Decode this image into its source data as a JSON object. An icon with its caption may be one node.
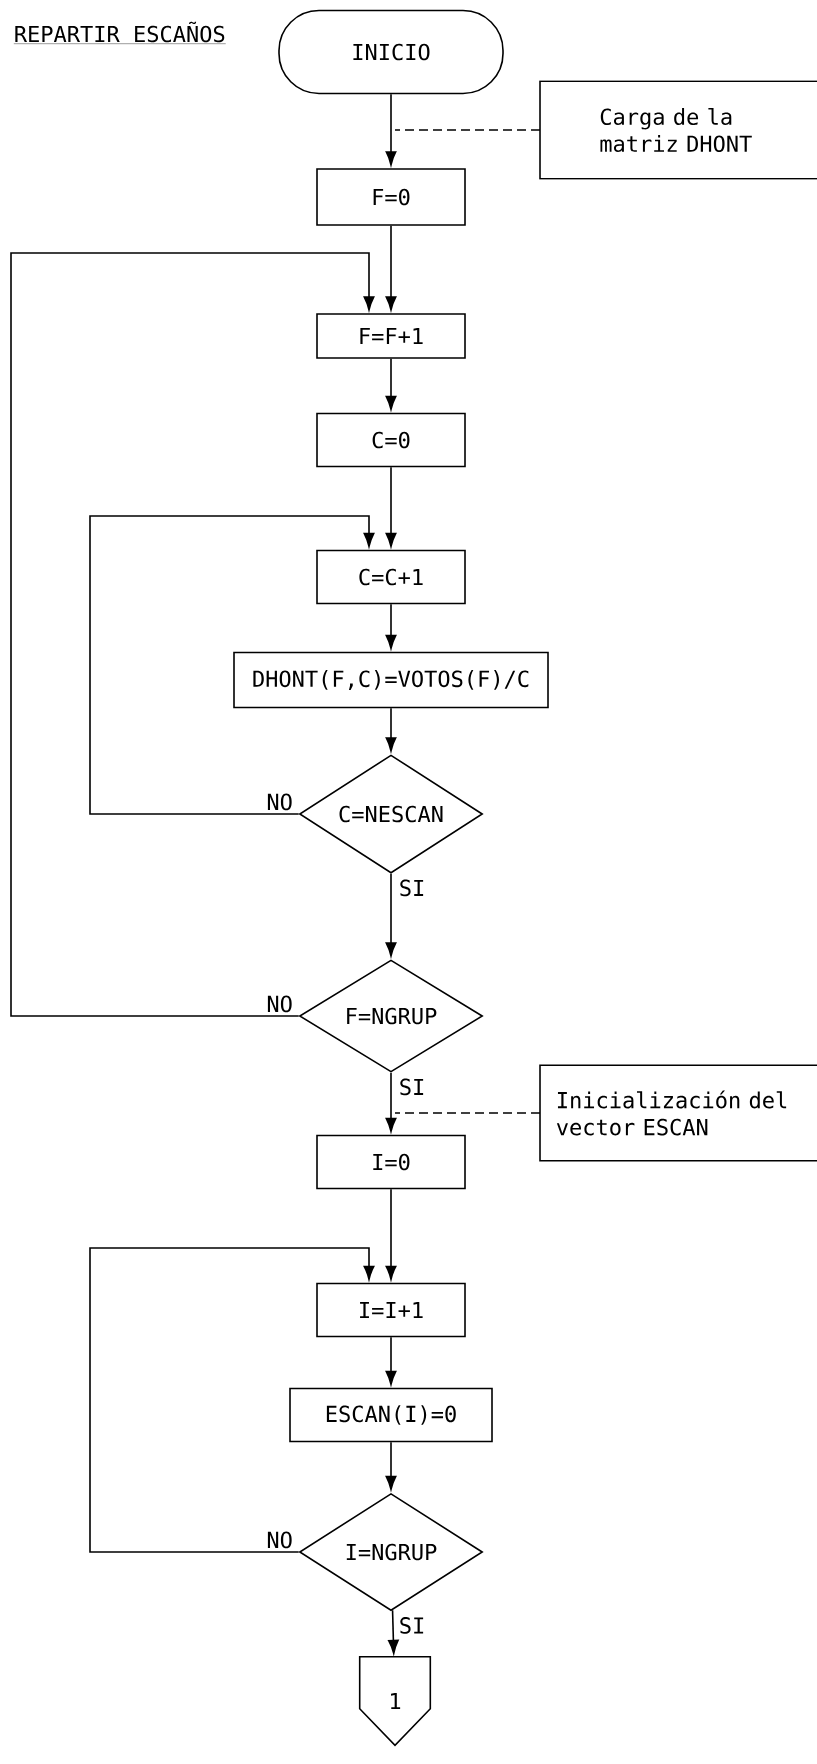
{
  "diagram": {
    "title": "REPARTIR ESCAÑOS",
    "nodes": [
      {
        "text": [
          "INICIO"
        ]
      },
      {
        "text": [
          "Carga de la matriz DHONT"
        ]
      },
      {
        "text": [
          "F=0"
        ]
      },
      {
        "text": [
          "F=F+1"
        ]
      },
      {
        "text": [
          "C=0"
        ]
      },
      {
        "text": [
          "C=C+1"
        ]
      },
      {
        "text": [
          "DHONT(F,C)=VOTOS(F)/C"
        ]
      },
      {
        "text": [
          "C=NESCAN"
        ]
      },
      {
        "text": [
          "F=NGRUP"
        ]
      },
      {
        "text": [
          "Inicialización del vector ESCAN"
        ]
      },
      {
        "text": [
          "I=0"
        ]
      },
      {
        "text": [
          "I=I+1"
        ]
      },
      {
        "text": [
          "ESCAN(I)=0"
        ]
      },
      {
        "text": [
          "I=NGRUP"
        ]
      },
      {
        "text": [
          "1"
        ]
      }
    ],
    "edges": [
      {
        "from": 0,
        "to": 2,
        "arrow": "to"
      },
      {
        "from": 1,
        "to": null,
        "arrow": "none",
        "style": "dashed"
      },
      {
        "from": 2,
        "to": 3,
        "arrow": "to"
      },
      {
        "from": 3,
        "to": 4,
        "arrow": "to"
      },
      {
        "from": 4,
        "to": 5,
        "arrow": "to"
      },
      {
        "from": 5,
        "to": 6,
        "arrow": "to"
      },
      {
        "from": 6,
        "to": 7,
        "arrow": "to"
      },
      {
        "from": 7,
        "to": 5,
        "arrow": "to",
        "label": "NO"
      },
      {
        "from": 7,
        "to": 8,
        "arrow": "to",
        "label": "SI"
      },
      {
        "from": 8,
        "to": 3,
        "arrow": "to",
        "label": "NO"
      },
      {
        "from": 8,
        "to": 10,
        "arrow": "to",
        "label": "SI"
      },
      {
        "from": 9,
        "to": null,
        "arrow": "none",
        "style": "dashed"
      },
      {
        "from": 10,
        "to": 11,
        "arrow": "to"
      },
      {
        "from": 11,
        "to": 12,
        "arrow": "to"
      },
      {
        "from": 12,
        "to": 13,
        "arrow": "to"
      },
      {
        "from": 13,
        "to": 11,
        "arrow": "to",
        "label": "NO"
      },
      {
        "from": 13,
        "to": 14,
        "arrow": "to",
        "label": "SI"
      }
    ]
  }
}
